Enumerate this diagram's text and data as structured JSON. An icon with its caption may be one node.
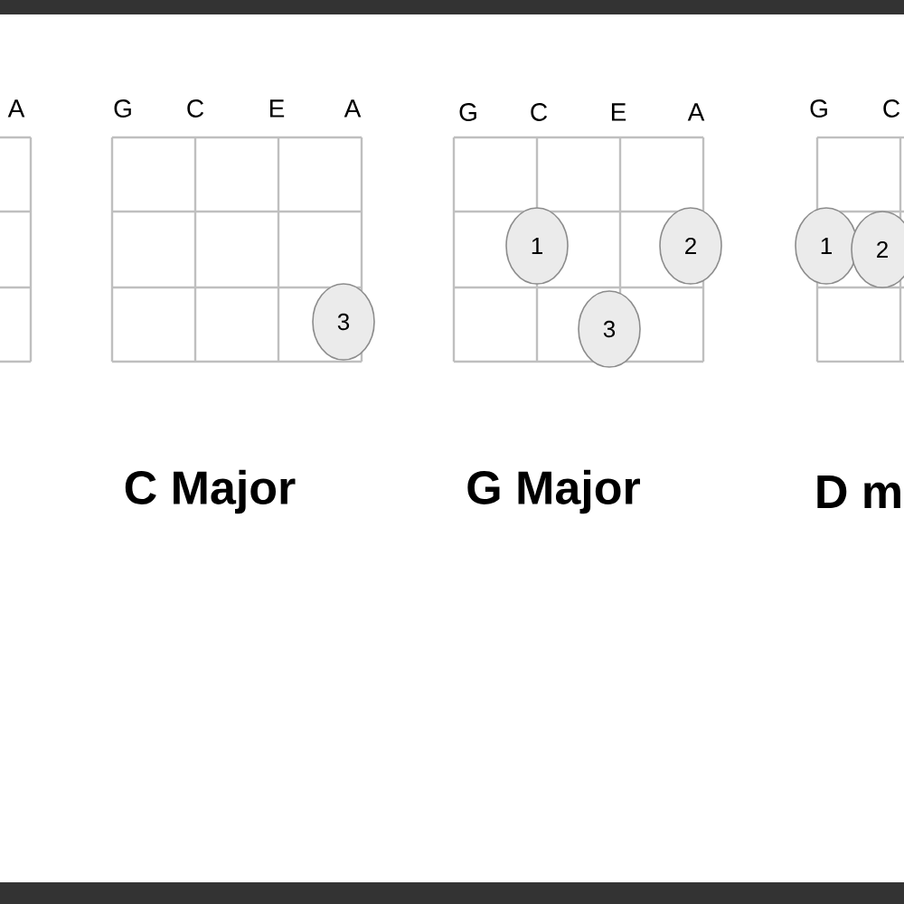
{
  "diagram": {
    "nodes": [
      {
        "text": [
          "3"
        ]
      },
      {
        "text": [
          "1"
        ]
      },
      {
        "text": [
          "2"
        ]
      },
      {
        "text": [
          "3"
        ]
      },
      {
        "text": [
          "1"
        ]
      },
      {
        "text": [
          "2"
        ]
      }
    ],
    "labels": [
      "A",
      "G",
      "C",
      "E",
      "A",
      "G",
      "C",
      "E",
      "A",
      "G",
      "C",
      "C Major",
      "G Major",
      "D m"
    ]
  }
}
